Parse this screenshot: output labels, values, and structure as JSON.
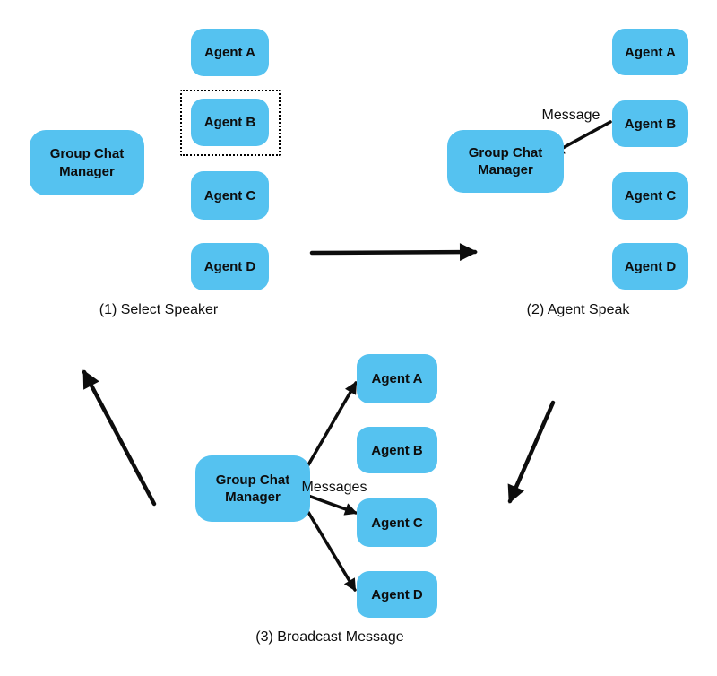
{
  "colors": {
    "node_fill": "#55C2F0",
    "text": "#0d0d0d",
    "arrow": "#0d0d0d",
    "bg": "#ffffff"
  },
  "panels": [
    {
      "caption": "(1) Select Speaker",
      "manager_label": "Group Chat Manager",
      "agents": [
        "Agent A",
        "Agent B",
        "Agent C",
        "Agent D"
      ],
      "selected_agent": "Agent B"
    },
    {
      "caption": "(2) Agent Speak",
      "manager_label": "Group Chat Manager",
      "agents": [
        "Agent A",
        "Agent B",
        "Agent C",
        "Agent D"
      ],
      "arrow_label": "Message"
    },
    {
      "caption": "(3) Broadcast Message",
      "manager_label": "Group Chat Manager",
      "agents": [
        "Agent A",
        "Agent B",
        "Agent C",
        "Agent D"
      ],
      "arrow_label": "Messages"
    }
  ]
}
